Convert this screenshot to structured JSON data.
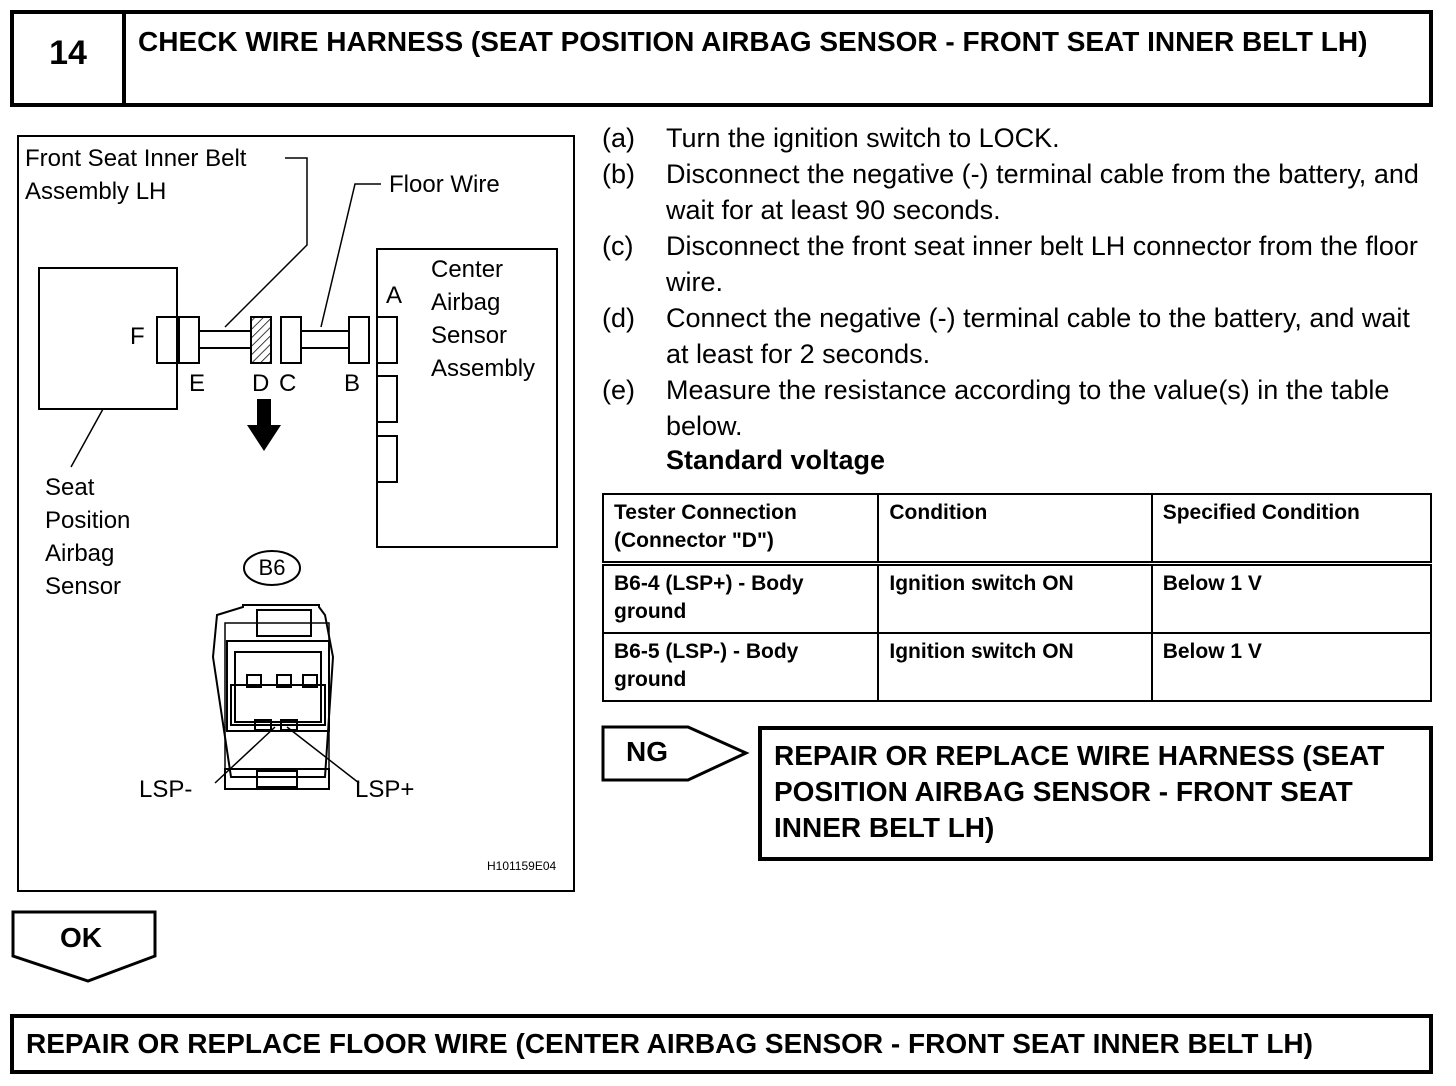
{
  "header": {
    "step_number": "14",
    "title": "CHECK WIRE HARNESS (SEAT POSITION AIRBAG SENSOR - FRONT SEAT INNER BELT LH)"
  },
  "diagram": {
    "label_belt": "Front Seat Inner Belt\nAssembly LH",
    "label_floor_wire": "Floor Wire",
    "label_center_sensor": "Center\nAirbag\nSensor\nAssembly",
    "label_seat_sensor": "Seat\nPosition\nAirbag\nSensor",
    "connector_letters": {
      "a": "A",
      "b": "B",
      "c": "C",
      "d": "D",
      "e": "E",
      "f": "F"
    },
    "connector_code": "B6",
    "pin_minus": "LSP-",
    "pin_plus": "LSP+",
    "figure_id": "H101159E04"
  },
  "steps": [
    {
      "label": "(a)",
      "text": "Turn the ignition switch to LOCK."
    },
    {
      "label": "(b)",
      "text": "Disconnect the negative (-) terminal cable from the battery, and wait for at least 90 seconds."
    },
    {
      "label": "(c)",
      "text": "Disconnect the front seat inner belt LH connector from the floor wire."
    },
    {
      "label": "(d)",
      "text": "Connect the negative (-) terminal cable to the battery, and wait at least for 2 seconds."
    },
    {
      "label": "(e)",
      "text": "Measure the resistance according to the value(s) in the table below."
    }
  ],
  "standard_label": "Standard voltage",
  "table": {
    "headers": [
      "Tester Connection (Connector \"D\")",
      "Condition",
      "Specified Condition"
    ],
    "rows": [
      [
        "B6-4 (LSP+) - Body ground",
        "Ignition switch ON",
        "Below 1 V"
      ],
      [
        "B6-5 (LSP-) - Body ground",
        "Ignition switch ON",
        "Below 1 V"
      ]
    ]
  },
  "ng": {
    "tag": "NG",
    "result": "REPAIR OR REPLACE WIRE HARNESS (SEAT POSITION AIRBAG SENSOR - FRONT SEAT INNER BELT LH)"
  },
  "ok": {
    "tag": "OK"
  },
  "final": {
    "text": "REPAIR OR REPLACE FLOOR WIRE (CENTER AIRBAG SENSOR - FRONT SEAT INNER BELT LH)"
  }
}
